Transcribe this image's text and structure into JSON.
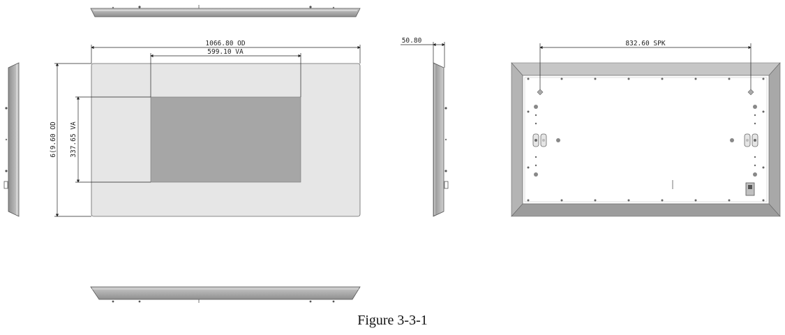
{
  "dimensions": {
    "overall_width": "1066.80 OD",
    "active_width": "599.10 VA",
    "overall_height": "6(9.60 OD",
    "active_height": "337.65 VA",
    "depth": "50.80",
    "speaker_pitch": "832.60 SPK"
  },
  "caption": "Figure 3-3-1",
  "colors": {
    "line": "#222222",
    "frame": "#e6e6e6",
    "screen": "#a6a6a6",
    "bezel_light": "#d0d0d0",
    "bezel_dark": "#9a9a9a"
  }
}
